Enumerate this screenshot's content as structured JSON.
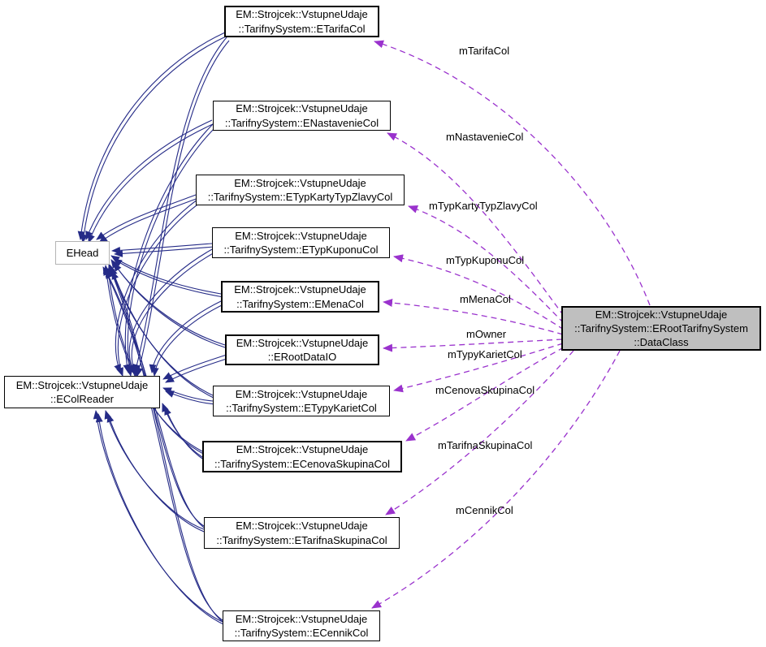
{
  "diagram": {
    "type": "doxygen-collaboration-graph",
    "colors": {
      "inheritance_edge": "#252b87",
      "usage_edge": "#9a32cd",
      "node_fill": "#ffffff",
      "selected_node_fill": "#bfbfbf",
      "node_border": "#000000",
      "undocumented_node_border": "#b4b4b4",
      "text": "#000000"
    },
    "nodes": {
      "etarifa": {
        "line1": "EM::Strojcek::VstupneUdaje",
        "line2": "::TarifnySystem::ETarifaCol"
      },
      "enastavenie": {
        "line1": "EM::Strojcek::VstupneUdaje",
        "line2": "::TarifnySystem::ENastavenieCol"
      },
      "etypkarty": {
        "line1": "EM::Strojcek::VstupneUdaje",
        "line2": "::TarifnySystem::ETypKartyTypZlavyCol"
      },
      "etypkuponu": {
        "line1": "EM::Strojcek::VstupneUdaje",
        "line2": "::TarifnySystem::ETypKuponuCol"
      },
      "emena": {
        "line1": "EM::Strojcek::VstupneUdaje",
        "line2": "::TarifnySystem::EMenaCol"
      },
      "erootdataio": {
        "line1": "EM::Strojcek::VstupneUdaje",
        "line2": "::ERootDataIO"
      },
      "etypykariet": {
        "line1": "EM::Strojcek::VstupneUdaje",
        "line2": "::TarifnySystem::ETypyKarietCol"
      },
      "ecenovaskupina": {
        "line1": "EM::Strojcek::VstupneUdaje",
        "line2": "::TarifnySystem::ECenovaSkupinaCol"
      },
      "etarifnaskupina": {
        "line1": "EM::Strojcek::VstupneUdaje",
        "line2": "::TarifnySystem::ETarifnaSkupinaCol"
      },
      "ecennik": {
        "line1": "EM::Strojcek::VstupneUdaje",
        "line2": "::TarifnySystem::ECennikCol"
      },
      "ehead": {
        "line1": "EHead"
      },
      "ecolreader": {
        "line1": "EM::Strojcek::VstupneUdaje",
        "line2": "::EColReader"
      },
      "dataclass": {
        "line1": "EM::Strojcek::VstupneUdaje",
        "line2": "::TarifnySystem::ERootTarifnySystem",
        "line3": "::DataClass"
      }
    },
    "usage_edges": [
      {
        "from": "dataclass",
        "to": "etarifa",
        "label": "mTarifaCol"
      },
      {
        "from": "dataclass",
        "to": "enastavenie",
        "label": "mNastavenieCol"
      },
      {
        "from": "dataclass",
        "to": "etypkarty",
        "label": "mTypKartyTypZlavyCol"
      },
      {
        "from": "dataclass",
        "to": "etypkuponu",
        "label": "mTypKuponuCol"
      },
      {
        "from": "dataclass",
        "to": "emena",
        "label": "mMenaCol"
      },
      {
        "from": "dataclass",
        "to": "erootdataio",
        "label": "mOwner"
      },
      {
        "from": "dataclass",
        "to": "etypykariet",
        "label": "mTypyKarietCol"
      },
      {
        "from": "dataclass",
        "to": "ecenovaskupina",
        "label": "mCenovaSkupinaCol"
      },
      {
        "from": "dataclass",
        "to": "etarifnaskupina",
        "label": "mTarifnaSkupinaCol"
      },
      {
        "from": "dataclass",
        "to": "ecennik",
        "label": "mCennikCol"
      }
    ],
    "inheritance_edges": [
      {
        "from": "etarifa",
        "to": "ehead"
      },
      {
        "from": "etarifa",
        "to": "ecolreader"
      },
      {
        "from": "enastavenie",
        "to": "ehead"
      },
      {
        "from": "enastavenie",
        "to": "ecolreader"
      },
      {
        "from": "etypkarty",
        "to": "ehead"
      },
      {
        "from": "etypkarty",
        "to": "ecolreader"
      },
      {
        "from": "etypkuponu",
        "to": "ehead"
      },
      {
        "from": "etypkuponu",
        "to": "ecolreader"
      },
      {
        "from": "emena",
        "to": "ehead"
      },
      {
        "from": "emena",
        "to": "ecolreader"
      },
      {
        "from": "erootdataio",
        "to": "ehead"
      },
      {
        "from": "erootdataio",
        "to": "ecolreader"
      },
      {
        "from": "etypykariet",
        "to": "ehead"
      },
      {
        "from": "etypykariet",
        "to": "ecolreader"
      },
      {
        "from": "ecenovaskupina",
        "to": "ehead"
      },
      {
        "from": "ecenovaskupina",
        "to": "ecolreader"
      },
      {
        "from": "etarifnaskupina",
        "to": "ehead"
      },
      {
        "from": "etarifnaskupina",
        "to": "ecolreader"
      },
      {
        "from": "ecennik",
        "to": "ehead"
      },
      {
        "from": "ecennik",
        "to": "ecolreader"
      }
    ]
  }
}
